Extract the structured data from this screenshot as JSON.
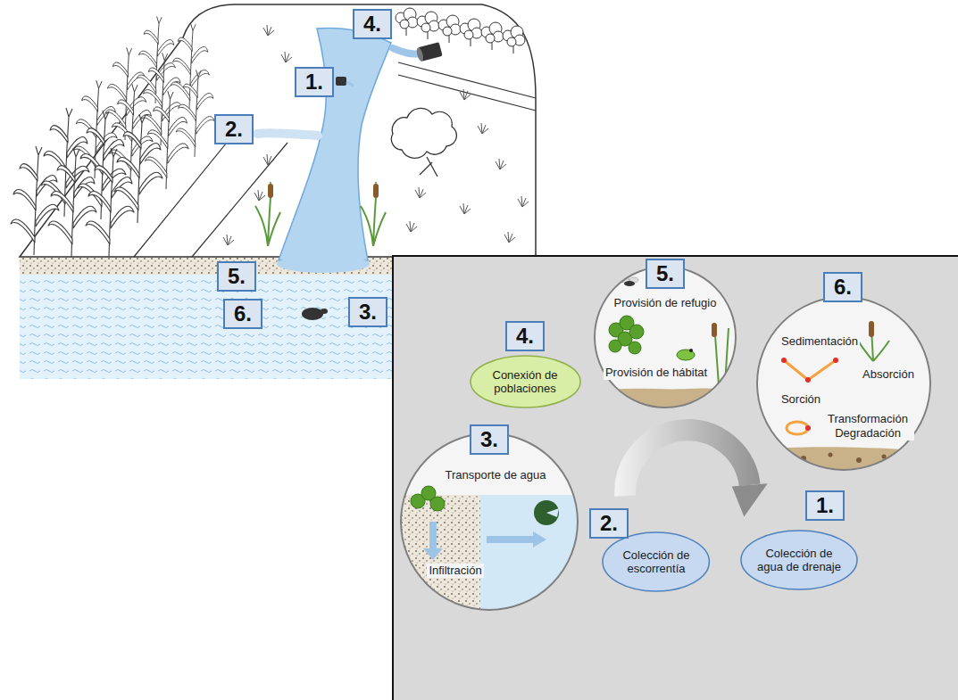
{
  "diagram": {
    "nodes": [
      {
        "text": [
          "4."
        ]
      },
      {
        "text": [
          "1."
        ]
      },
      {
        "text": [
          "2."
        ]
      },
      {
        "text": [
          "5."
        ]
      },
      {
        "text": [
          "6."
        ]
      },
      {
        "text": [
          "3."
        ]
      },
      {
        "text": [
          "5."
        ]
      },
      {
        "text": [
          "Provisión de refugio",
          "Provisión de hábitat"
        ]
      },
      {
        "text": [
          "4."
        ]
      },
      {
        "text": [
          "Conexión de poblaciones"
        ]
      },
      {
        "text": [
          "6."
        ]
      },
      {
        "text": [
          "Sedimentación",
          "Absorción",
          "Sorción",
          "Transformación Degradación"
        ]
      },
      {
        "text": [
          "3."
        ]
      },
      {
        "text": [
          "Transporte de agua",
          "Infiltración"
        ]
      },
      {
        "text": [
          "2."
        ]
      },
      {
        "text": [
          "Colección de escorrentía"
        ]
      },
      {
        "text": [
          "1."
        ]
      },
      {
        "text": [
          "Colección de agua de drenaje"
        ]
      }
    ]
  }
}
